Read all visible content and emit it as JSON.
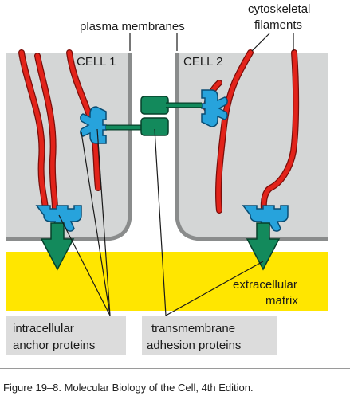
{
  "labels": {
    "plasma_membranes": "plasma membranes",
    "cytoskeletal_line1": "cytoskeletal",
    "cytoskeletal_line2": "filaments",
    "cell1": "CELL 1",
    "cell2": "CELL 2",
    "extracellular_line1": "extracellular",
    "extracellular_line2": "matrix",
    "intracellular_line1": "intracellular",
    "intracellular_line2": "anchor proteins",
    "transmembrane_line1": "transmembrane",
    "transmembrane_line2": "adhesion proteins"
  },
  "caption": "Figure 19–8. Molecular Biology of the Cell, 4th Edition.",
  "colors": {
    "cell_fill": "#d4d6d6",
    "membrane": "#8a8c8c",
    "filament": "#e2231a",
    "filament_outline": "#7a0e0a",
    "anchor": "#27a3dc",
    "anchor_outline": "#0a4d73",
    "adhesion": "#138a5c",
    "adhesion_outline": "#06402a",
    "matrix": "#ffe600",
    "label_box": "#dcdcdc"
  },
  "icons": [
    "anchor-protein-icon",
    "adhesion-protein-icon",
    "filament-icon"
  ]
}
